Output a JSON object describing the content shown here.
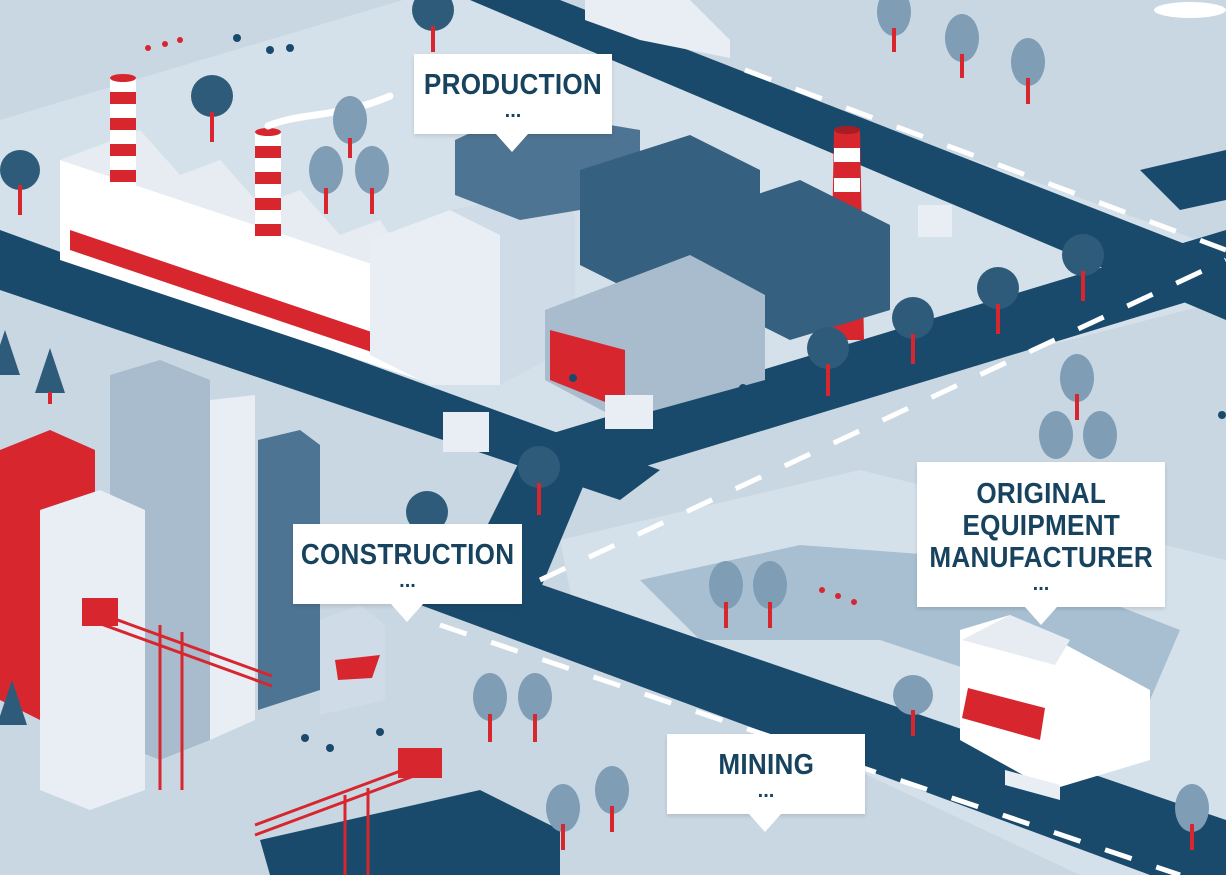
{
  "colors": {
    "ground": "#c9d7e3",
    "block": "#dde7ef",
    "road": "#1a4a6b",
    "lane": "#ffffff",
    "building_light": "#e8eef4",
    "building_mid": "#a9bccd",
    "building_dark": "#35607f",
    "accent_red": "#d7262e",
    "tree": "#7f9db5",
    "tree_dark": "#2f5b7a",
    "label_text": "#17435f"
  },
  "callouts": {
    "production": {
      "title": "PRODUCTION",
      "dots": "..."
    },
    "construction": {
      "title": "CONSTRUCTION",
      "dots": "..."
    },
    "oem": {
      "title": "ORIGINAL\nEQUIPMENT\nMANUFACTURER",
      "dots": "..."
    },
    "mining": {
      "title": "MINING",
      "dots": "..."
    }
  }
}
